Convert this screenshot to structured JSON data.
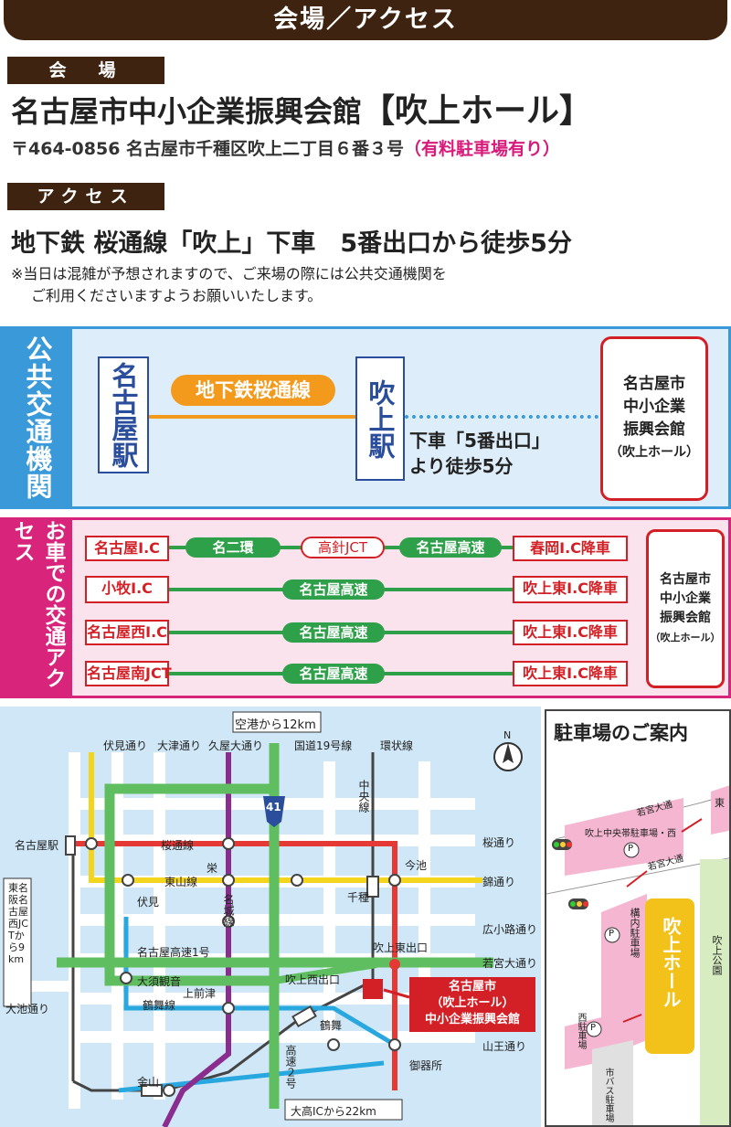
{
  "header": {
    "title": "会場／アクセス"
  },
  "venue": {
    "tag": "会　場",
    "name": "名古屋市中小企業振興会館",
    "hall": "【吹上ホール】",
    "address": "〒464-0856 名古屋市千種区吹上二丁目６番３号",
    "parking_note": "（有料駐車場有り）"
  },
  "access": {
    "tag": "アクセス",
    "main": "地下鉄 桜通線「吹上」下車　5番出口から徒歩5分",
    "note_line1": "※当日は混雑が予想されますので、ご来場の際には公共交通機関を",
    "note_line2": "ご利用くださいますようお願いいたします。"
  },
  "public_transport": {
    "side_label": "公共交通機関",
    "start_station": "名古屋駅",
    "line_name": "地下鉄桜通線",
    "end_station": "吹上駅",
    "exit_line1": "下車「5番出口」",
    "exit_line2": "より徒歩5分",
    "dest_line1": "名古屋市",
    "dest_line2": "中小企業",
    "dest_line3": "振興会館",
    "dest_line4": "（吹上ホール）"
  },
  "car_access": {
    "side_label": "お車での交通アクセス",
    "rows": [
      {
        "from": "名古屋I.C",
        "via1": "名二環",
        "jct": "高針JCT",
        "via2": "名古屋高速",
        "to": "春岡I.C降車"
      },
      {
        "from": "小牧I.C",
        "via": "名古屋高速",
        "to": "吹上東I.C降車"
      },
      {
        "from": "名古屋西I.C",
        "via": "名古屋高速",
        "to": "吹上東I.C降車"
      },
      {
        "from": "名古屋南JCT",
        "via": "名古屋高速",
        "to": "吹上東I.C降車"
      }
    ],
    "dest_line1": "名古屋市",
    "dest_line2": "中小企業",
    "dest_line3": "振興会館",
    "dest_line4": "（吹上ホール）"
  },
  "map": {
    "airport": "空港から12km",
    "roads_top": [
      "伏見通り",
      "大津通り",
      "久屋大通り",
      "国道19号線",
      "環状線"
    ],
    "route_41": "41",
    "chuo_line": "中央線",
    "nagoya_station": "名古屋駅",
    "sakura_line": "桜通線",
    "sakae": "栄",
    "higashiyama_line": "東山線",
    "fushimi": "伏見",
    "meijo_line": "名城線",
    "chikusa": "千種",
    "imaike": "今池",
    "right_roads": [
      "桜通り",
      "錦通り",
      "広小路通り",
      "若宮大通り",
      "山王通り"
    ],
    "tomei": "東名阪名古屋西JCTから9km",
    "expressway1": "名古屋高速1号",
    "fukiage_east": "吹上東出口",
    "fukiage_west": "吹上西出口",
    "osu_kannon": "大須観音",
    "kamimaezu": "上前津",
    "tsurumai_line": "鶴舞線",
    "tsurumai": "鶴舞",
    "oike": "大池通り",
    "venue_line1": "名古屋市",
    "venue_line2": "（吹上ホール）",
    "venue_line3": "中小企業振興会館",
    "gokiso": "御器所",
    "kanayama": "金山",
    "expressway2": "高速２号",
    "odaka": "大高ICから22km",
    "north": "N"
  },
  "parking_map": {
    "title": "駐車場のご案内",
    "central_lot": "吹上中央帯駐車場・西",
    "east": "東",
    "wakamiya": "若宮大通",
    "kounai": "構内駐車場",
    "hall": "吹上ホール",
    "park": "吹上公園",
    "west_lot": "西駐車場",
    "citybus": "市バス駐車場",
    "p": "P",
    "road_label": "若宮大通"
  },
  "colors": {
    "brown": "#3e2410",
    "blue": "#3a9ad9",
    "pink": "#d8247b",
    "orange": "#f39a1c",
    "green": "#2fa04a",
    "red": "#d32026",
    "yellow": "#f2d51c",
    "purple": "#8a2d8f"
  }
}
